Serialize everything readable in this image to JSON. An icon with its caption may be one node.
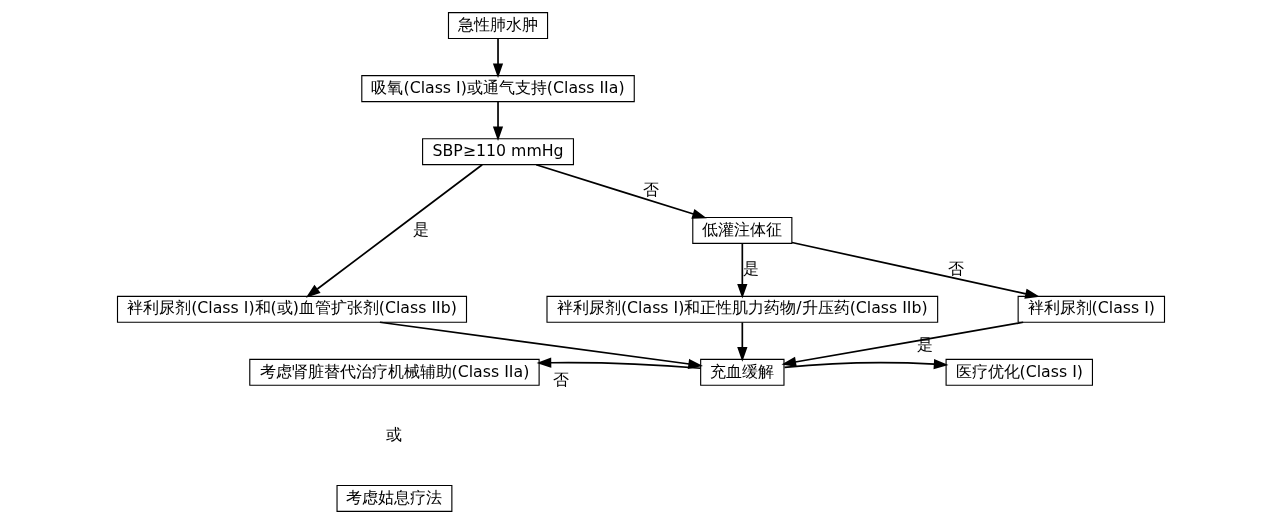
{
  "diagram": {
    "nodes": [
      {
        "text": [
          "急性肺水肿"
        ]
      },
      {
        "text": [
          "吸氧(Class I)或通气支持(Class IIa)"
        ]
      },
      {
        "text": [
          "SBP≥110 mmHg"
        ]
      },
      {
        "text": [
          "低灌注体征"
        ]
      },
      {
        "text": [
          "袢利尿剂(Class I)和(或)血管扩张剂(Class IIb)"
        ]
      },
      {
        "text": [
          "袢利尿剂(Class I)和正性肌力药物/升压药(Class IIb)"
        ]
      },
      {
        "text": [
          "袢利尿剂(Class I)"
        ]
      },
      {
        "text": [
          "考虑肾脏替代治疗机械辅助(Class IIa)"
        ]
      },
      {
        "text": [
          "充血缓解"
        ]
      },
      {
        "text": [
          "医疗优化(Class I)"
        ]
      },
      {
        "text": [
          "考虑姑息疗法"
        ]
      }
    ],
    "edges": [
      {
        "from": 0,
        "to": 1,
        "arrow": "to"
      },
      {
        "from": 1,
        "to": 2,
        "arrow": "to"
      },
      {
        "from": 2,
        "to": 4,
        "arrow": "to",
        "label": "是"
      },
      {
        "from": 2,
        "to": 3,
        "arrow": "to",
        "label": "否"
      },
      {
        "from": 3,
        "to": 5,
        "arrow": "to",
        "label": "是"
      },
      {
        "from": 3,
        "to": 6,
        "arrow": "to",
        "label": "否"
      },
      {
        "from": 4,
        "to": 8,
        "arrow": "to"
      },
      {
        "from": 5,
        "to": 8,
        "arrow": "to"
      },
      {
        "from": 6,
        "to": 8,
        "arrow": "to"
      },
      {
        "from": 8,
        "to": 7,
        "arrow": "to",
        "label": "否"
      },
      {
        "from": 8,
        "to": 9,
        "arrow": "to",
        "label": "是"
      }
    ],
    "labels": [
      "或"
    ]
  }
}
